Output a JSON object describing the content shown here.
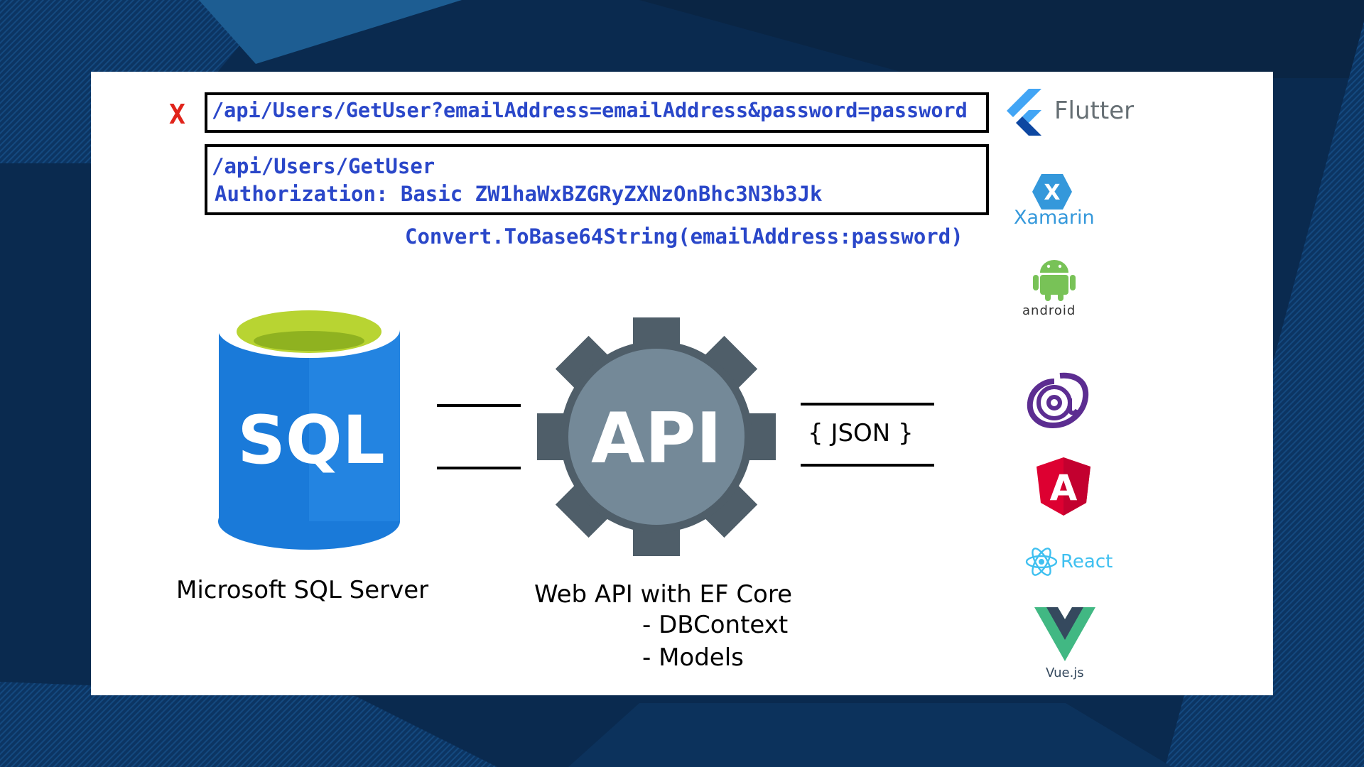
{
  "request": {
    "rejected_marker": "X",
    "rejected_url": "/api/Users/GetUser?emailAddress=emailAddress&password=password",
    "endpoint": "/api/Users/GetUser",
    "auth_header": "Authorization: Basic ZW1haWxBZGRyZXNzOnBhc3N3b3Jk",
    "convert_note": "Convert.ToBase64String(emailAddress:password)"
  },
  "diagram": {
    "sql_icon_text": "SQL",
    "sql_label": "Microsoft SQL Server",
    "api_icon_text": "API",
    "api_label_line1": "Web API with EF Core",
    "api_label_line2": "- DBContext",
    "api_label_line3": "- Models",
    "json_label": "{ JSON }"
  },
  "clients": {
    "flutter": "Flutter",
    "xamarin": "Xamarin",
    "xamarin_glyph": "X",
    "android": "android",
    "angular_glyph": "A",
    "react": "React",
    "vue": "Vue.js"
  },
  "colors": {
    "code_blue": "#2a47c9",
    "reject_red": "#e0241b",
    "sql_blue": "#1a7ad9",
    "sql_top": "#b8d432",
    "api_gray": "#4f5e69",
    "api_circle": "#748998",
    "flutter_blue": "#42a5f5",
    "xamarin_blue": "#3498db",
    "android_green": "#78c257",
    "blazor_purple": "#5c2d91",
    "angular_red": "#dd0031",
    "react_cyan": "#3fc0f0",
    "vue_green": "#41b883",
    "vue_dark": "#35495e"
  }
}
